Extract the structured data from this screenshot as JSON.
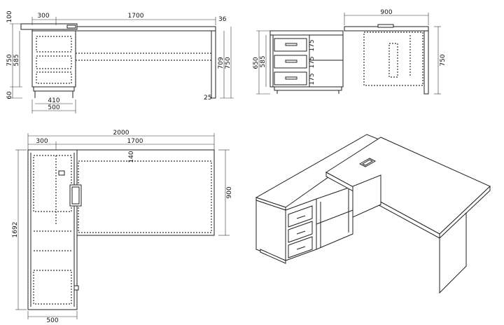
{
  "front_view": {
    "dims": {
      "overhang": "300",
      "top_width": "1700",
      "top_thick": "36",
      "height_750": "750",
      "height_709": "709",
      "cabinet_h": "585",
      "top_gap": "100",
      "plinth": "60",
      "leg": "25",
      "inner_w": "410",
      "cab_w": "500"
    }
  },
  "side_view": {
    "dims": {
      "width": "900",
      "height": "750",
      "h650": "650",
      "h585": "585",
      "d1": "175",
      "d2": "175",
      "d3": "175"
    }
  },
  "plan_view": {
    "dims": {
      "total_w": "2000",
      "overhang": "300",
      "desk_w": "1700",
      "offset": "140",
      "depth": "900",
      "total_d": "1692",
      "cab_w": "500"
    }
  }
}
